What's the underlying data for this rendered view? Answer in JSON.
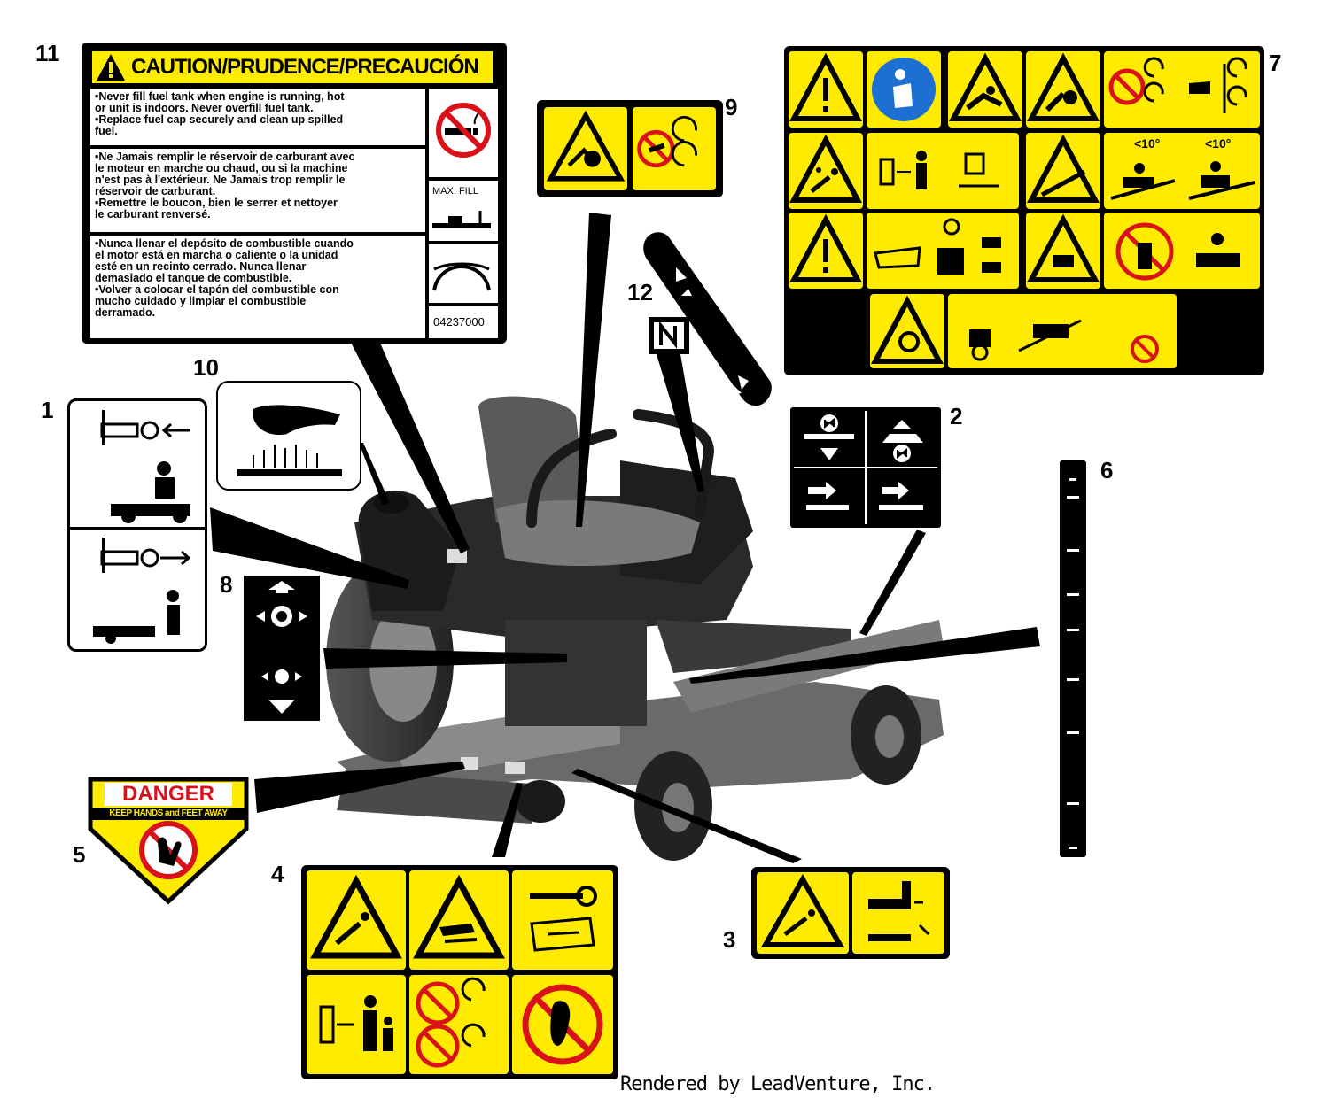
{
  "callouts": {
    "c1": "1",
    "c2": "2",
    "c3": "3",
    "c4": "4",
    "c5": "5",
    "c6": "6",
    "c7": "7",
    "c8": "8",
    "c9": "9",
    "c10": "10",
    "c11": "11",
    "c12": "12"
  },
  "decal11": {
    "title": "CAUTION/PRUDENCE/PRECAUCIÓN",
    "english": "•Never fill fuel tank when engine is running, hot\n or unit is indoors.  Never overfill fuel tank.\n•Replace fuel cap securely and clean up spilled\n fuel.",
    "french": "•Ne Jamais remplir le réservoir de carburant avec\n le moteur en marche ou chaud, ou si la machine\n n'est pas à l'extérieur.  Ne Jamais trop remplir le\n réservoir de carburant.\n•Remettre le boucon, bien le serrer et nettoyer\n le carburant renversé.",
    "spanish": "•Nunca llenar el depósito de combustible cuando\n el motor está en marcha o caliente o la unidad\n esté en un recinto cerrado.  Nunca llenar\n demasiado el tanque de combustible.\n•Volver a colocar el tapón del combustible con\n mucho cuidado y limpiar el combustible\n derramado.",
    "max_fill": "MAX. FILL",
    "part_number": "04237000"
  },
  "decal5": {
    "danger": "DANGER",
    "warning": "KEEP HANDS and FEET AWAY"
  },
  "decal7": {
    "slope_left": "<10°",
    "slope_right": "<10°"
  },
  "credit": "Rendered by LeadVenture, Inc.",
  "colors": {
    "decal_yellow": "#ffeb00",
    "danger_red": "#d9121a",
    "mower_gray": "#6b6b6b"
  }
}
